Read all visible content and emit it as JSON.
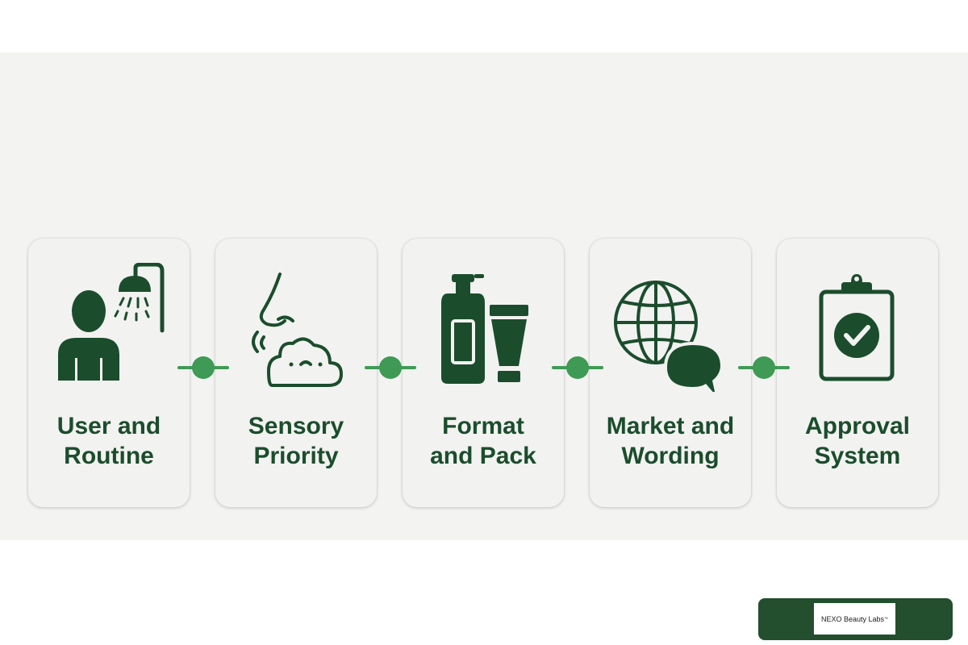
{
  "steps": [
    {
      "line1": "User and",
      "line2": "Routine",
      "icon": "user-shower-icon"
    },
    {
      "line1": "Sensory",
      "line2": "Priority",
      "icon": "nose-cloud-icon"
    },
    {
      "line1": "Format",
      "line2": "and Pack",
      "icon": "bottle-tube-icon"
    },
    {
      "line1": "Market and",
      "line2": "Wording",
      "icon": "globe-speech-icon"
    },
    {
      "line1": "Approval",
      "line2": "System",
      "icon": "clipboard-check-icon"
    }
  ],
  "footer": {
    "logo_text": "NEXO Beauty Labs",
    "trademark": "™"
  },
  "colors": {
    "primary": "#1b4d2c",
    "connector": "#3e9a54",
    "card": "#f2f2f1",
    "footer": "#234f2e"
  }
}
